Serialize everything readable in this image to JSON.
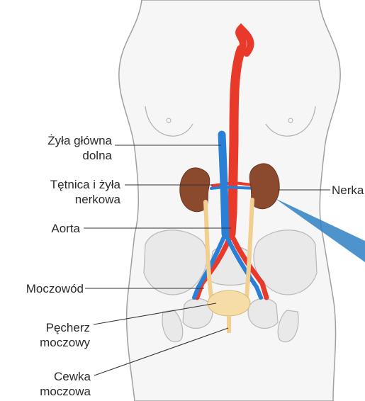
{
  "labels": {
    "vena_cava": "Żyła główna\ndolna",
    "renal_vessels": "Tętnica i żyła\nnerkowa",
    "aorta": "Aorta",
    "ureter": "Moczowód",
    "bladder": "Pęcherz\nmoczowy",
    "urethra": "Cewka\nmoczowa",
    "kidney": "Nerka"
  },
  "colors": {
    "artery": "#e8392b",
    "vein": "#2a7fd6",
    "kidney": "#8b4a2e",
    "ureter": "#f2cf8f",
    "body_outline": "#9a9a9a",
    "bone": "#e6e6e6",
    "leader": "#333333",
    "callout": "#2f80c3"
  }
}
